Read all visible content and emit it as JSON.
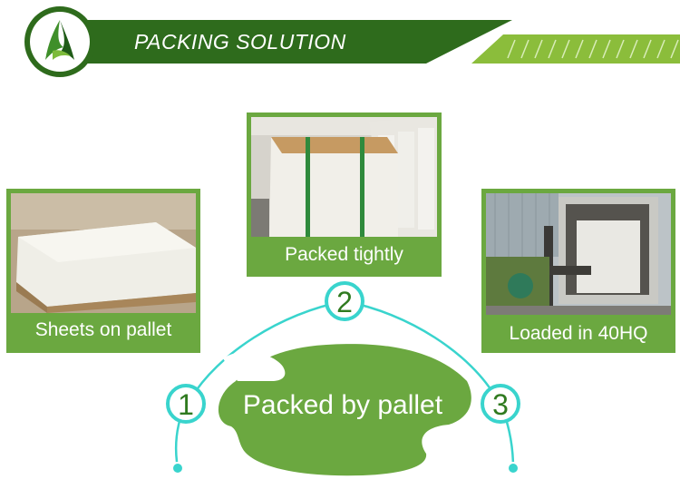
{
  "banner": {
    "title": "PACKING SOLUTION",
    "colors": {
      "dark_green": "#2e6b1c",
      "light_green": "#8bbd3b"
    }
  },
  "logo": {
    "icon": "company-leaf-logo"
  },
  "cards": [
    {
      "caption": "Sheets on pallet"
    },
    {
      "caption": "Packed tightly"
    },
    {
      "caption": "Loaded in 40HQ"
    }
  ],
  "diagram": {
    "center_text": "Packed by pallet",
    "steps": [
      "1",
      "2",
      "3"
    ],
    "colors": {
      "arc": "#39d4cd",
      "blob": "#6ba840"
    }
  }
}
